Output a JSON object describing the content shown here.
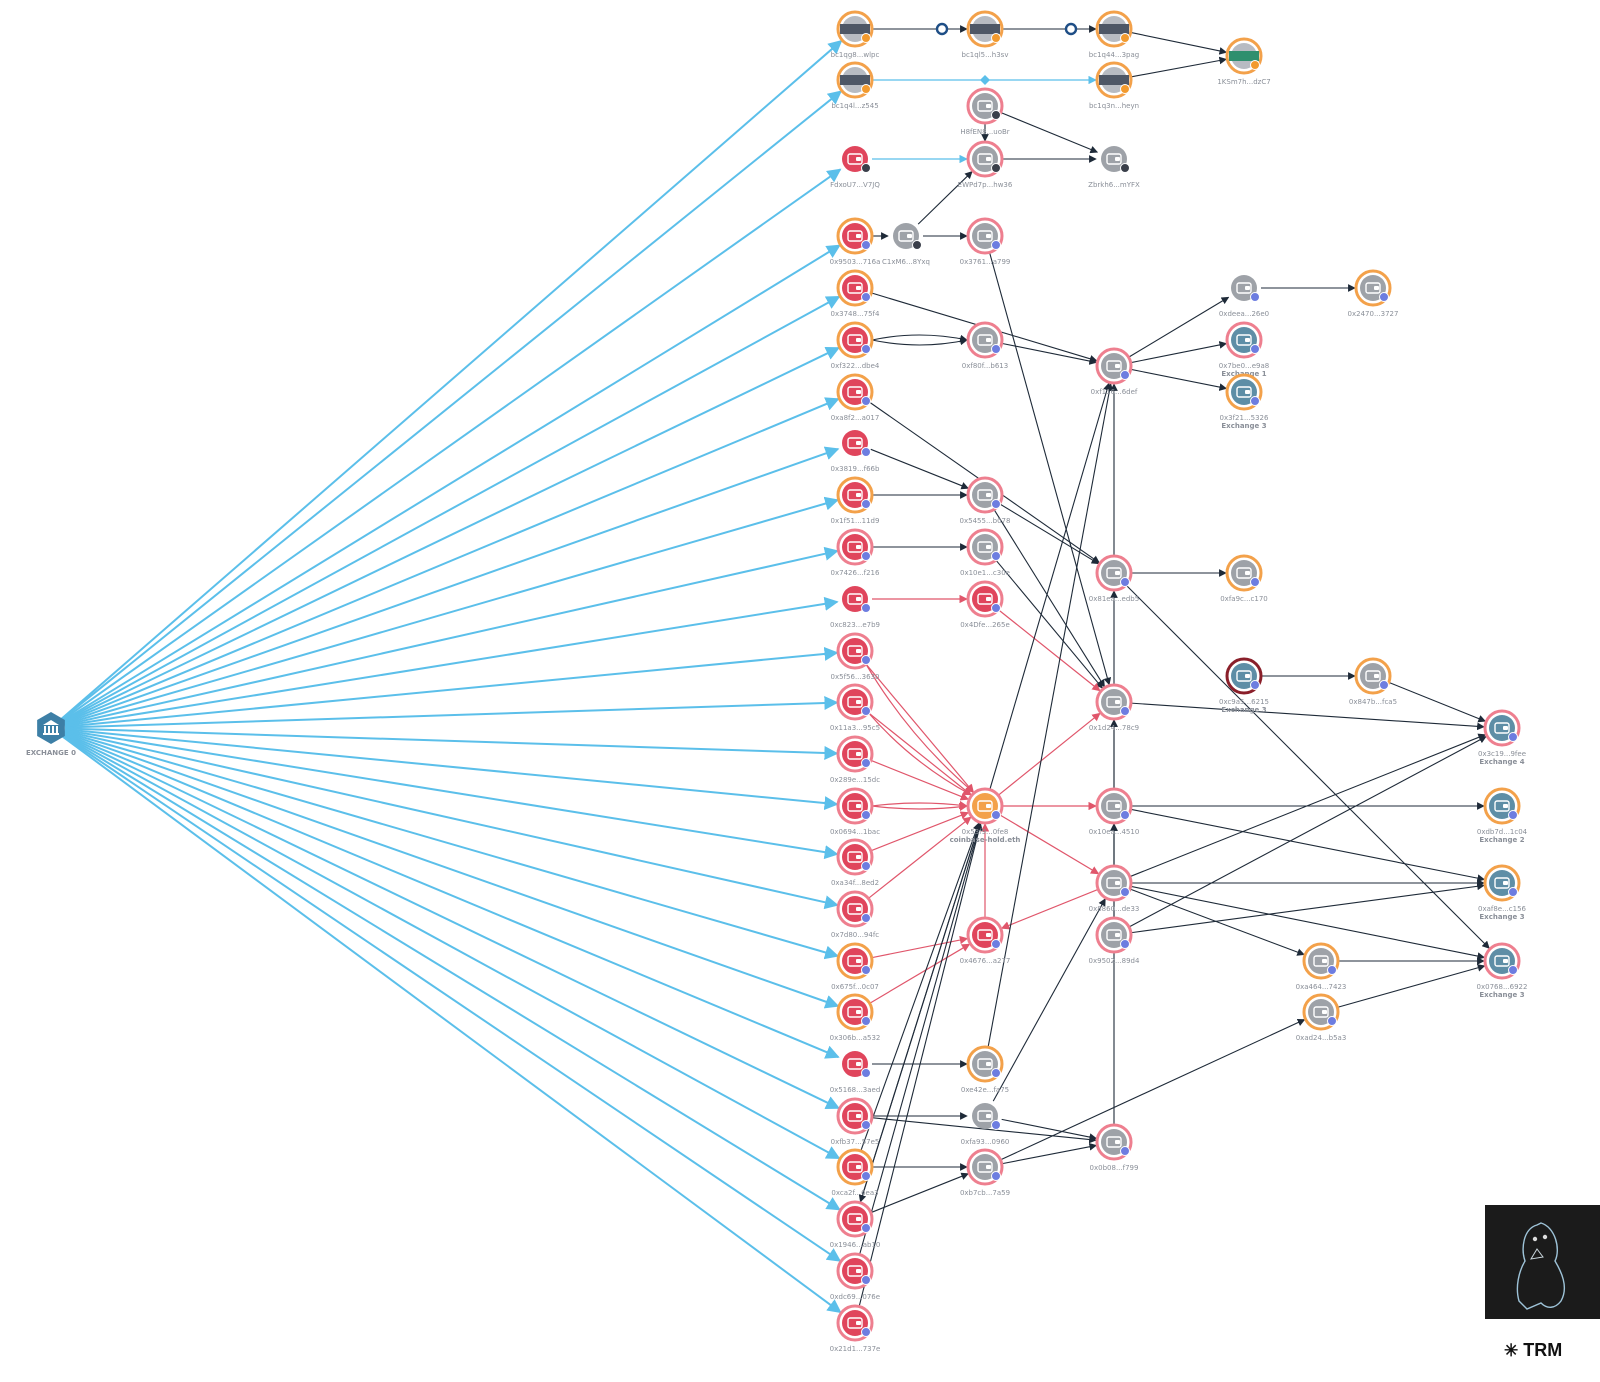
{
  "source": {
    "id": "exchange-0",
    "label": "EXCHANGE 0",
    "color": "#3d7fa6"
  },
  "colors": {
    "edge_blue": "#5bbfea",
    "edge_dark": "#1e2a38",
    "edge_red": "#e0566b",
    "node_red": "#e0455c",
    "node_gray": "#9ea2a8",
    "ring_orange": "#f3a14a",
    "ring_pink": "#ee7f8f",
    "exchange_blue": "#5e8ea6",
    "eth_badge": "#6d7de0",
    "btc_badge": "#f29a2e",
    "sol_badge": "#3a3f4a"
  },
  "nodes": [
    {
      "id": "n1",
      "label": "bc1qg8...wlpc",
      "kind": "btc",
      "ring": "orange"
    },
    {
      "id": "n2",
      "label": "bc1ql5...h3sv",
      "kind": "btc",
      "ring": "orange"
    },
    {
      "id": "n3",
      "label": "bc1q44...3pag",
      "kind": "btc",
      "ring": "orange"
    },
    {
      "id": "n4",
      "label": "1KSm7h...dzC7",
      "kind": "btc-green",
      "ring": "orange"
    },
    {
      "id": "n5",
      "label": "bc1q4l...z545",
      "kind": "btc",
      "ring": "orange"
    },
    {
      "id": "n6",
      "label": "bc1q3n...heyn",
      "kind": "btc",
      "ring": "orange"
    },
    {
      "id": "n7",
      "label": "H8fEN8...uoBr",
      "kind": "gray",
      "ring": "pink",
      "badge": "sol"
    },
    {
      "id": "n8",
      "label": "FdxoU7...V7JQ",
      "kind": "red",
      "ring": "none",
      "badge": "sol"
    },
    {
      "id": "n9",
      "label": "EWPd7p...hw36",
      "kind": "gray",
      "ring": "pink",
      "badge": "sol"
    },
    {
      "id": "n10",
      "label": "Zbrkh6...mYFX",
      "kind": "gray",
      "ring": "none",
      "badge": "sol"
    },
    {
      "id": "n11",
      "label": "0x9503...716a",
      "kind": "red",
      "ring": "orange",
      "badge": "eth"
    },
    {
      "id": "n12",
      "label": "C1xM6...8Yxq",
      "kind": "gray",
      "ring": "none",
      "badge": "sol"
    },
    {
      "id": "n13",
      "label": "0x3761...a799",
      "kind": "gray",
      "ring": "pink",
      "badge": "eth"
    },
    {
      "id": "n14",
      "label": "0x3748...75f4",
      "kind": "red",
      "ring": "orange",
      "badge": "eth"
    },
    {
      "id": "n15",
      "label": "0xf322...dbe4",
      "kind": "red",
      "ring": "orange",
      "badge": "eth"
    },
    {
      "id": "n16",
      "label": "0xf80f...b613",
      "kind": "gray",
      "ring": "pink",
      "badge": "eth"
    },
    {
      "id": "n17",
      "label": "0xf116...6def",
      "kind": "gray",
      "ring": "pink",
      "badge": "eth"
    },
    {
      "id": "n18",
      "label": "0xdeea...26e0",
      "kind": "gray",
      "ring": "none",
      "badge": "eth"
    },
    {
      "id": "n19",
      "label": "0x2470...3727",
      "kind": "gray",
      "ring": "orange",
      "badge": "eth"
    },
    {
      "id": "n20",
      "label": "0x7be0...e9a8",
      "kind": "exchange",
      "ring": "pink",
      "badge": "eth",
      "sub": "Exchange 1"
    },
    {
      "id": "n21",
      "label": "0x3f21...5326",
      "kind": "exchange",
      "ring": "orange",
      "badge": "eth",
      "sub": "Exchange 3"
    },
    {
      "id": "n22",
      "label": "0xa8f2...a017",
      "kind": "red",
      "ring": "orange",
      "badge": "eth"
    },
    {
      "id": "n23",
      "label": "0x3819...f66b",
      "kind": "red",
      "ring": "none",
      "badge": "eth"
    },
    {
      "id": "n24",
      "label": "0x1f51...11d9",
      "kind": "red",
      "ring": "orange",
      "badge": "eth"
    },
    {
      "id": "n25",
      "label": "0x5455...b078",
      "kind": "gray",
      "ring": "pink",
      "badge": "eth"
    },
    {
      "id": "n26",
      "label": "0x7426...f216",
      "kind": "red",
      "ring": "pink",
      "badge": "eth"
    },
    {
      "id": "n27",
      "label": "0x10e1...c30e",
      "kind": "gray",
      "ring": "pink",
      "badge": "eth"
    },
    {
      "id": "n28",
      "label": "0x81ea...edb5",
      "kind": "gray",
      "ring": "pink",
      "badge": "eth"
    },
    {
      "id": "n29",
      "label": "0xfa9c...c170",
      "kind": "gray",
      "ring": "orange",
      "badge": "eth"
    },
    {
      "id": "n30",
      "label": "0xc823...e7b9",
      "kind": "red",
      "ring": "none",
      "badge": "eth"
    },
    {
      "id": "n31",
      "label": "0x4Dfe...265e",
      "kind": "red",
      "ring": "pink",
      "badge": "eth"
    },
    {
      "id": "n32",
      "label": "0xc9a5...6215",
      "kind": "exchange",
      "ring": "dark",
      "badge": "eth",
      "sub": "Exchange 3"
    },
    {
      "id": "n33",
      "label": "0x847b...fca5",
      "kind": "gray",
      "ring": "orange",
      "badge": "eth"
    },
    {
      "id": "n34",
      "label": "0x5f56...3630",
      "kind": "red",
      "ring": "pink",
      "badge": "eth"
    },
    {
      "id": "n35",
      "label": "0x1d24...78c9",
      "kind": "gray",
      "ring": "pink",
      "badge": "eth"
    },
    {
      "id": "n36",
      "label": "0x3c19...9fee",
      "kind": "exchange",
      "ring": "pink",
      "badge": "eth",
      "sub": "Exchange 4"
    },
    {
      "id": "n37",
      "label": "0x11a3...95c5",
      "kind": "red",
      "ring": "pink",
      "badge": "eth"
    },
    {
      "id": "n38",
      "label": "0x289e...15dc",
      "kind": "red",
      "ring": "pink",
      "badge": "eth"
    },
    {
      "id": "n39",
      "label": "0x53f9...0fe8",
      "kind": "orange",
      "ring": "pink",
      "badge": "eth",
      "sub": "coinbase-hold.eth"
    },
    {
      "id": "n40",
      "label": "0x0694...1bac",
      "kind": "red",
      "ring": "pink",
      "badge": "eth"
    },
    {
      "id": "n41",
      "label": "0x10ea...4510",
      "kind": "gray",
      "ring": "pink",
      "badge": "eth"
    },
    {
      "id": "n42",
      "label": "0xdb7d...1c04",
      "kind": "exchange",
      "ring": "orange",
      "badge": "eth",
      "sub": "Exchange 2"
    },
    {
      "id": "n43",
      "label": "0xa34f...8ed2",
      "kind": "red",
      "ring": "pink",
      "badge": "eth"
    },
    {
      "id": "n44",
      "label": "0x8860...de33",
      "kind": "gray",
      "ring": "pink",
      "badge": "eth"
    },
    {
      "id": "n45",
      "label": "0x7d80...94fc",
      "kind": "red",
      "ring": "pink",
      "badge": "eth"
    },
    {
      "id": "n46",
      "label": "0xaf8e...c156",
      "kind": "exchange",
      "ring": "orange",
      "badge": "eth",
      "sub": "Exchange 3"
    },
    {
      "id": "n47",
      "label": "0x9502...89d4",
      "kind": "gray",
      "ring": "pink",
      "badge": "eth"
    },
    {
      "id": "n48",
      "label": "0x675f...0c07",
      "kind": "red",
      "ring": "orange",
      "badge": "eth"
    },
    {
      "id": "n49",
      "label": "0x4676...a277",
      "kind": "red",
      "ring": "pink",
      "badge": "eth"
    },
    {
      "id": "n50",
      "label": "0xa464...7423",
      "kind": "gray",
      "ring": "orange",
      "badge": "eth"
    },
    {
      "id": "n51",
      "label": "0x0768...6922",
      "kind": "exchange",
      "ring": "pink",
      "badge": "eth",
      "sub": "Exchange 3"
    },
    {
      "id": "n52",
      "label": "0x306b...a532",
      "kind": "red",
      "ring": "orange",
      "badge": "eth"
    },
    {
      "id": "n53",
      "label": "0xad24...b5a3",
      "kind": "gray",
      "ring": "orange",
      "badge": "eth"
    },
    {
      "id": "n54",
      "label": "0x5168...3aed",
      "kind": "red",
      "ring": "none",
      "badge": "eth"
    },
    {
      "id": "n55",
      "label": "0xe42e...fa75",
      "kind": "gray",
      "ring": "orange",
      "badge": "eth"
    },
    {
      "id": "n56",
      "label": "0xfb37...57e5",
      "kind": "red",
      "ring": "pink",
      "badge": "eth"
    },
    {
      "id": "n57",
      "label": "0xfa93...0960",
      "kind": "gray",
      "ring": "none",
      "badge": "eth"
    },
    {
      "id": "n58",
      "label": "0x0b08...f799",
      "kind": "gray",
      "ring": "pink",
      "badge": "eth"
    },
    {
      "id": "n59",
      "label": "0xca2f...6ea3",
      "kind": "red",
      "ring": "orange",
      "badge": "eth"
    },
    {
      "id": "n60",
      "label": "0xb7cb...7a59",
      "kind": "gray",
      "ring": "pink",
      "badge": "eth"
    },
    {
      "id": "n61",
      "label": "0x1946...ab10",
      "kind": "red",
      "ring": "pink",
      "badge": "eth"
    },
    {
      "id": "n62",
      "label": "0xdc69...076e",
      "kind": "red",
      "ring": "pink",
      "badge": "eth"
    },
    {
      "id": "n63",
      "label": "0x21d1...737e",
      "kind": "red",
      "ring": "pink",
      "badge": "eth"
    }
  ],
  "brand": {
    "name": "TRM",
    "icon": "asterisk-icon"
  }
}
